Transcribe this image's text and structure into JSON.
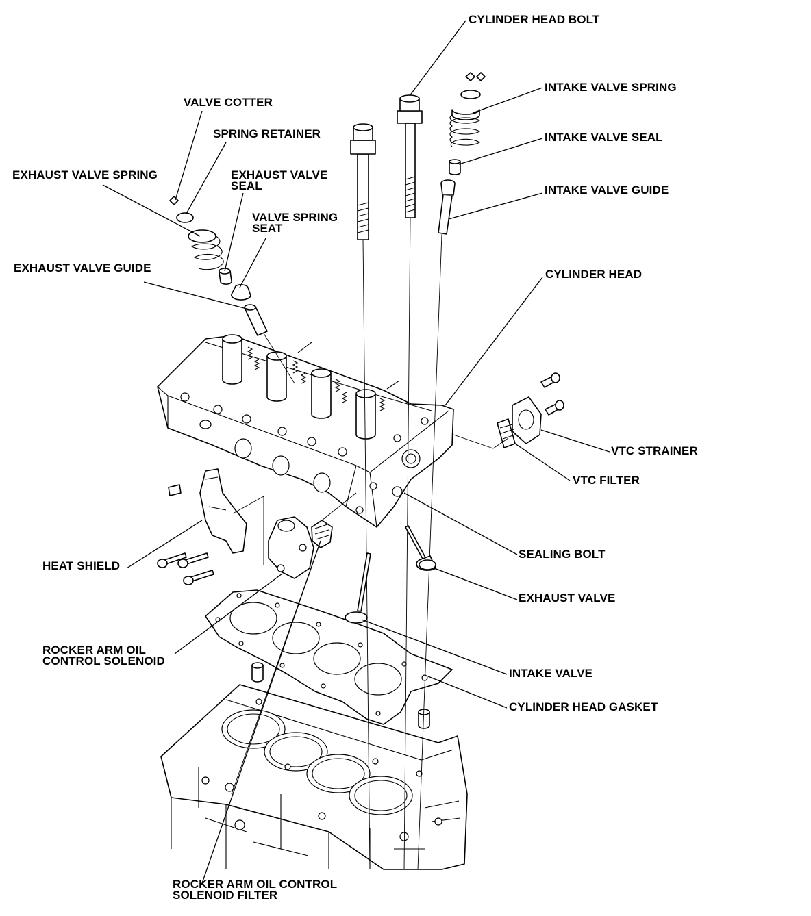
{
  "labels": {
    "cylinder_head_bolt": "CYLINDER HEAD BOLT",
    "intake_valve_spring": "INTAKE VALVE SPRING",
    "valve_cotter": "VALVE COTTER",
    "spring_retainer": "SPRING RETAINER",
    "intake_valve_seal": "INTAKE VALVE SEAL",
    "exhaust_valve_spring": "EXHAUST VALVE SPRING",
    "exhaust_valve_seal": "EXHAUST VALVE\nSEAL",
    "intake_valve_guide": "INTAKE VALVE GUIDE",
    "valve_spring_seat": "VALVE SPRING\nSEAT",
    "exhaust_valve_guide": "EXHAUST VALVE GUIDE",
    "cylinder_head": "CYLINDER HEAD",
    "vtc_strainer": "VTC STRAINER",
    "vtc_filter": "VTC FILTER",
    "sealing_bolt": "SEALING BOLT",
    "heat_shield": "HEAT SHIELD",
    "exhaust_valve": "EXHAUST VALVE",
    "rocker_arm_oil_control_solenoid": "ROCKER ARM OIL\nCONTROL SOLENOID",
    "intake_valve": "INTAKE VALVE",
    "cylinder_head_gasket": "CYLINDER HEAD GASKET",
    "rocker_arm_oil_control_solenoid_filter": "ROCKER ARM OIL CONTROL\nSOLENOID FILTER"
  }
}
